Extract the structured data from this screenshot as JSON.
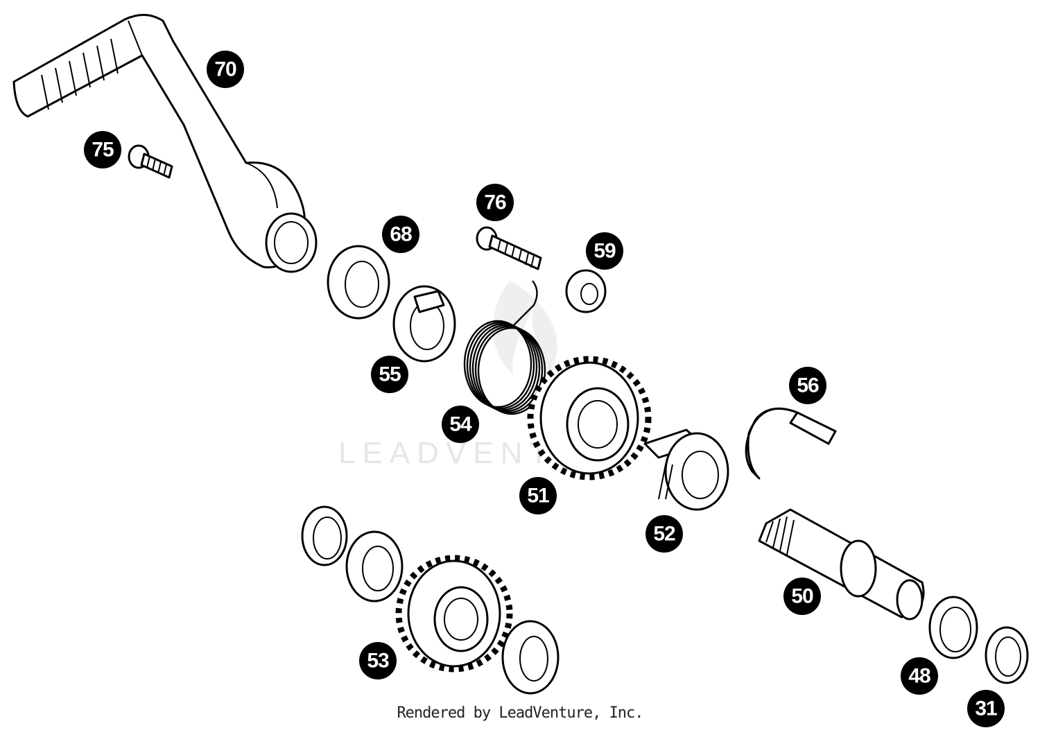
{
  "watermark": "LEADVENTURE",
  "credit": "Rendered by LeadVenture, Inc.",
  "callouts": [
    "70",
    "75",
    "76",
    "68",
    "59",
    "55",
    "54",
    "56",
    "51",
    "52",
    "50",
    "53",
    "48",
    "31"
  ],
  "colors": {
    "ink": "#000000",
    "paper": "#ffffff",
    "watermark": "#e6e6e6"
  }
}
